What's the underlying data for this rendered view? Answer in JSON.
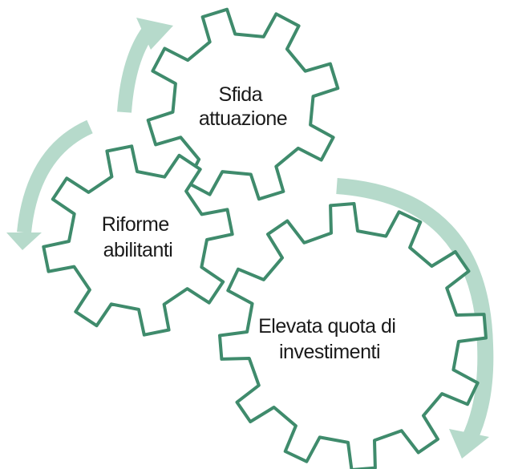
{
  "colors": {
    "gear_stroke": "#3f8b6c",
    "gear_fill": "#ffffff",
    "arrow": "#b6dacb",
    "text": "#1a1a1a"
  },
  "gears": [
    {
      "id": "sfida",
      "lines": [
        "Sfida",
        "attuazione"
      ]
    },
    {
      "id": "riforme",
      "lines": [
        "Riforme",
        "abilitanti"
      ]
    },
    {
      "id": "investimenti",
      "lines": [
        "Elevata quota di",
        "investimenti"
      ]
    }
  ],
  "arrows": [
    "cycle-arrow-top",
    "cycle-arrow-left",
    "cycle-arrow-right"
  ]
}
